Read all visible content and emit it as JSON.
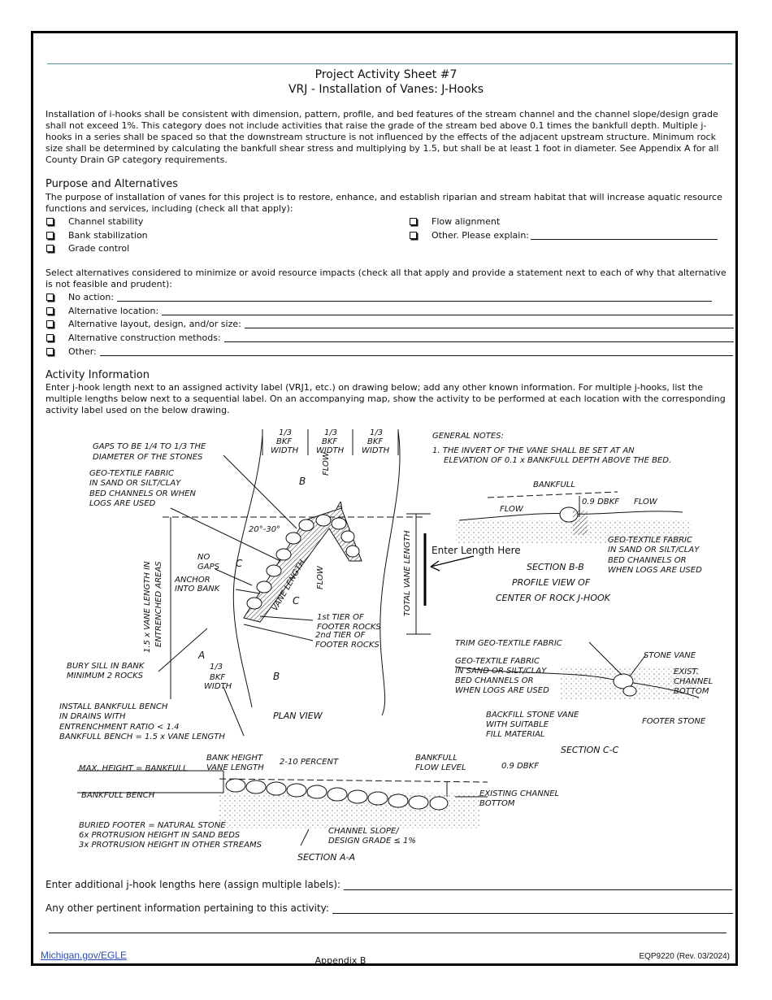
{
  "header": {
    "title": "Project Activity Sheet #7",
    "subtitle": "VRJ  - Installation of Vanes:  J-Hooks"
  },
  "intro": "Installation of i-hooks shall be consistent with dimension, pattern, profile, and bed features of the stream channel and the channel slope/design grade shall not exceed 1%.  This category does not include activities that raise the grade of the stream bed above 0.1 times the bankfull depth.  Multiple j-hooks in a series shall be spaced so that the downstream structure is not influenced by the effects of the adjacent upstream structure.  Minimum rock size shall be determined by calculating the bankfull shear stress and multiplying by 1.5, but shall be at least 1 foot in diameter.  See Appendix A for all County Drain GP category requirements.",
  "purpose": {
    "heading": "Purpose and Alternatives",
    "text": "The purpose of installation of vanes for this project is to restore, enhance, and establish riparian and stream habitat that will increase aquatic resource functions and services, including (check all that apply):",
    "left_options": [
      "Channel stability",
      "Bank stabilization",
      "Grade control"
    ],
    "right_options": [
      "Flow alignment",
      "Other.  Please explain:"
    ]
  },
  "alternatives": {
    "text": "Select alternatives considered to minimize or avoid resource impacts (check all that apply and provide a statement next to each of why that alternative is not feasible and prudent):",
    "options": [
      "No action:",
      "Alternative location:",
      "Alternative layout, design, and/or size:",
      "Alternative construction methods:",
      "Other:"
    ]
  },
  "activity": {
    "heading": "Activity Information",
    "text": "Enter j-hook length next to an assigned activity label (VRJ1, etc.) on drawing below; add any other known information.  For multiple j-hooks, list the multiple lengths below next to a sequential label.  On an accompanying map, show the activity to be performed at each location with the corresponding activity label used on the below drawing."
  },
  "drawing": {
    "enter_length": "Enter Length Here",
    "general_notes_title": "GENERAL NOTES:",
    "general_note_1a": "1. THE INVERT OF THE VANE SHALL BE SET AT AN",
    "general_note_1b": "ELEVATION OF 0.1 x BANKFULL DEPTH ABOVE THE BED.",
    "bkf_col_1": "1/3",
    "bkf_col_2": "BKF",
    "bkf_col_3": "WIDTH",
    "gaps_1": "GAPS TO BE 1/4  TO 1/3 THE",
    "gaps_2": "DIAMETER OF THE STONES",
    "geo_1": "GEO-TEXTILE FABRIC",
    "geo_2": "IN SAND OR SILT/CLAY",
    "geo_3": "BED CHANNELS OR WHEN",
    "geo_4": "LOGS ARE USED",
    "angle": "20°-30°",
    "no_gaps_1": "NO",
    "no_gaps_2": "GAPS",
    "anchor_1": "ANCHOR",
    "anchor_2": "INTO BANK",
    "vane_length": "VANE LENGTH",
    "flow": "FLOW",
    "tier1_1": "1st TIER OF",
    "tier1_2": "FOOTER ROCKS",
    "tier2_1": "2nd TIER OF",
    "tier2_2": "FOOTER ROCKS",
    "entrenched_1": "1.5 x VANE LENGTH IN",
    "entrenched_2": "ENTRENCHED AREAS",
    "total_vane": "TOTAL VANE LENGTH",
    "bury_1": "BURY SILL IN BANK",
    "bury_2": "MINIMUM 2 ROCKS",
    "bench_1": "INSTALL BANKFULL BENCH",
    "bench_2": "IN DRAINS WITH",
    "bench_3": "ENTRENCHMENT RATIO < 1.4",
    "bench_4": "BANKFULL BENCH = 1.5 x VANE LENGTH",
    "plan_view": "PLAN VIEW",
    "label_a": "A",
    "label_b": "B",
    "label_c": "C",
    "bankfull": "BANKFULL",
    "dbkf": "0.9 DBKF",
    "section_bb": "SECTION B-B",
    "profile_1": "PROFILE VIEW OF",
    "profile_2": "CENTER OF ROCK J-HOOK",
    "geo_bb_1": "GEO-TEXTILE FABRIC",
    "geo_bb_2": "IN SAND OR SILT/CLAY",
    "geo_bb_3": "BED CHANNELS OR",
    "geo_bb_4": "WHEN LOGS ARE USED",
    "trim": "TRIM GEO-TEXTILE FABRIC",
    "stone_vane": "STONE VANE",
    "exist_1": "EXIST.",
    "exist_2": "CHANNEL",
    "exist_3": "BOTTOM",
    "geo_cc_1": "GEO-TEXTILE FABRIC",
    "geo_cc_2": "IN SAND OR SILT/CLAY",
    "geo_cc_3": "BED CHANNELS OR",
    "geo_cc_4": "WHEN LOGS ARE USED",
    "backfill_1": "BACKFILL STONE VANE",
    "backfill_2": "WITH SUITABLE",
    "backfill_3": "FILL MATERIAL",
    "footer_stone": "FOOTER STONE",
    "section_cc": "SECTION C-C",
    "max_height": "MAX. HEIGHT = BANKFULL",
    "bank_height": "BANK HEIGHT",
    "vane_len": "VANE LENGTH",
    "percent": "2-10 PERCENT",
    "bankfull_flow_1": "BANKFULL",
    "bankfull_flow_2": "FLOW LEVEL",
    "bankfull_bench": "BANKFULL BENCH",
    "existing_1": "EXISTING CHANNEL",
    "existing_2": "BOTTOM",
    "buried_1": "BURIED FOOTER = NATURAL STONE",
    "buried_2": "6x PROTRUSION HEIGHT IN SAND BEDS",
    "buried_3": "3x PROTRUSION HEIGHT IN OTHER STREAMS",
    "slope_1": "CHANNEL SLOPE/",
    "slope_2": "DESIGN GRADE ≤ 1%",
    "section_aa": "SECTION A-A"
  },
  "fields": {
    "additional": "Enter additional j-hook lengths here (assign multiple labels):",
    "other_info": "Any other pertinent information pertaining to this activity:"
  },
  "footer": {
    "link": "Michigan.gov/EGLE",
    "center": "Appendix B",
    "form_id": "EQP9220 (Rev. 03/2024)"
  }
}
